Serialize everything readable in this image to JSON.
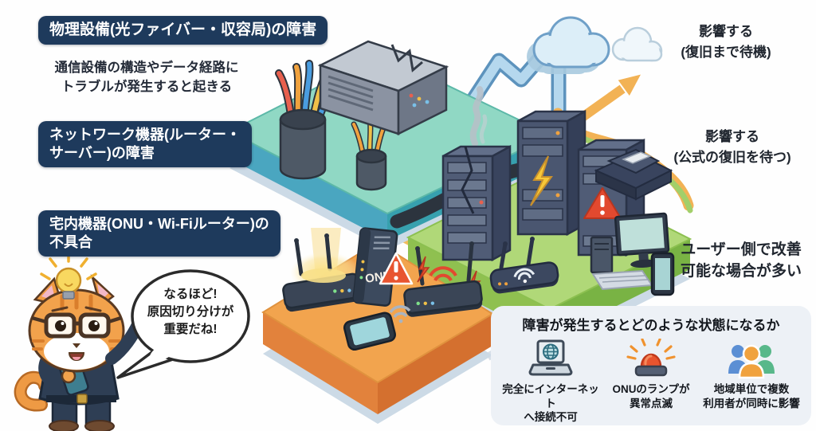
{
  "banners": {
    "physical": "物理設備(光ファイバー・収容局)の障害",
    "network": "ネットワーク機器(ルーター・\nサーバー)の障害",
    "home": "宅内機器(ONU・Wi-Fiルーター)の\n不具合"
  },
  "notes": {
    "physical_cause": "通信設備の構造やデータ経路に\nトラブルが発生すると起きる",
    "impact_cloud": "影響する\n(復旧まで待機)",
    "impact_server": "影響する\n(公式の復旧を待つ)",
    "impact_user": "ユーザー側で改善\n可能な場合が多い"
  },
  "mascot": {
    "speech": "なるほど!\n原因切り分けが\n重要だね!"
  },
  "illustration": {
    "onu_label": "ONU"
  },
  "status_panel": {
    "title": "障害が発生するとどのような状態になるか",
    "items": [
      {
        "icon": "laptop-globe-icon",
        "label": "完全にインターネット\nへ接続不可"
      },
      {
        "icon": "alarm-lamp-icon",
        "label": "ONUのランプが\n異常点滅"
      },
      {
        "icon": "people-group-icon",
        "label": "地域単位で複数\n利用者が同時に影響"
      }
    ]
  },
  "colors": {
    "banner_navy": "#1e3a5c",
    "platform_teal_top": "#90d8c4",
    "platform_green_top": "#b0d878",
    "platform_orange_top": "#f2a44e",
    "panel_bg": "#edf1f6",
    "alert_red": "#e2492f",
    "pipe_blue": "#b5d8ee",
    "route_orange": "#f2b255",
    "route_green": "#a2cf6a"
  }
}
